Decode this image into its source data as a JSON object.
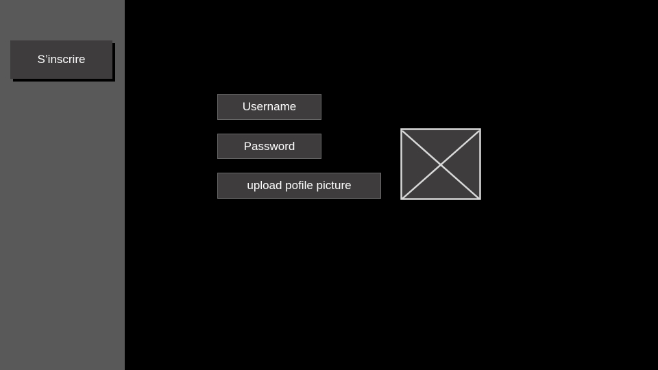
{
  "sidebar": {
    "signup_label": "S’inscrire"
  },
  "form": {
    "username_label": "Username",
    "password_label": "Password",
    "upload_label": "upload pofile picture"
  },
  "image_placeholder": {
    "icon": "image-placeholder-icon"
  },
  "colors": {
    "background": "#000000",
    "sidebar": "#595959",
    "control": "#3e3c3c",
    "text": "#ffffff",
    "placeholder_stroke": "#d9d9d9"
  }
}
